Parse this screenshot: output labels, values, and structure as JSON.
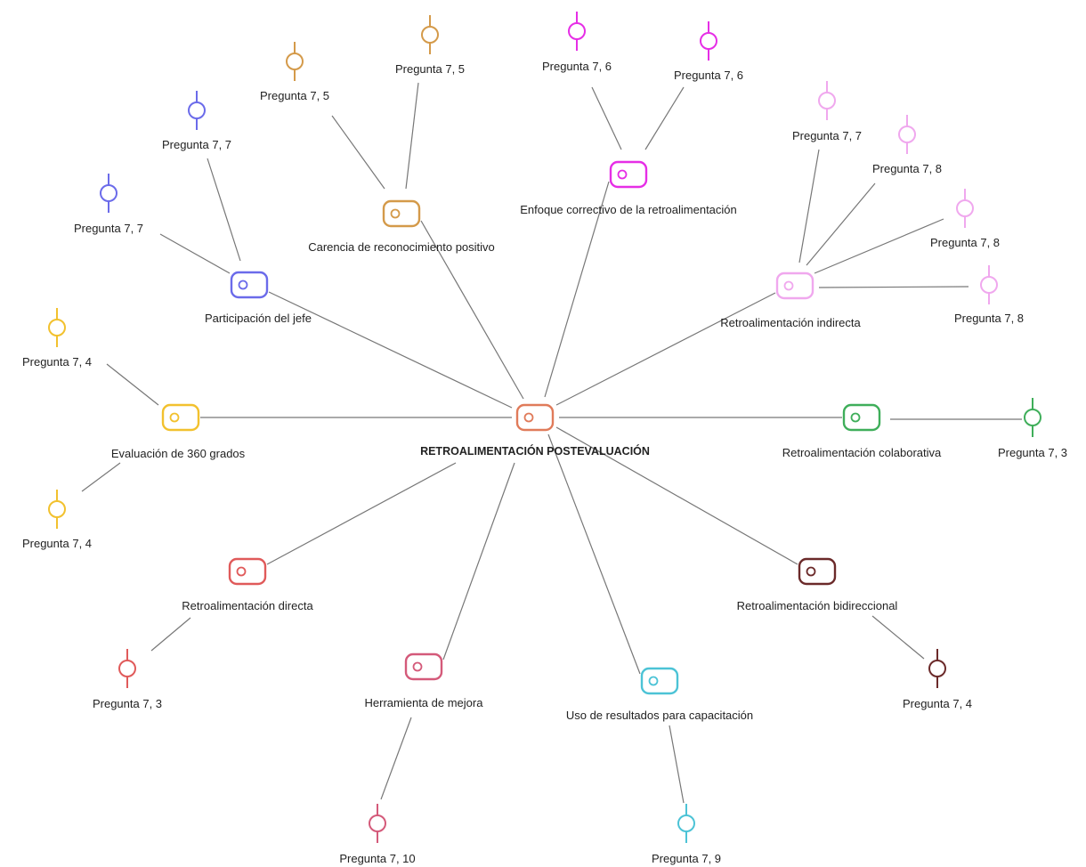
{
  "root": {
    "label": "RETROALIMENTACIÓN POSTEVALUACIÓN",
    "color": "#e07b5a"
  },
  "categories": [
    {
      "id": "evaluacion",
      "label": "Evaluación de 360 grados",
      "color": "#f2c12e",
      "quotations": [
        {
          "label": "Pregunta 7, 4"
        },
        {
          "label": "Pregunta 7, 4"
        }
      ]
    },
    {
      "id": "participacion",
      "label": "Participación del jefe",
      "color": "#6b6bea",
      "quotations": [
        {
          "label": "Pregunta 7, 7"
        },
        {
          "label": "Pregunta 7, 7"
        }
      ]
    },
    {
      "id": "carencia",
      "label": "Carencia de reconocimiento positivo",
      "color": "#d49a4a",
      "quotations": [
        {
          "label": "Pregunta 7, 5"
        },
        {
          "label": "Pregunta 7, 5"
        }
      ]
    },
    {
      "id": "enfoque",
      "label": "Enfoque correctivo de la retroalimentación",
      "color": "#e62ee6",
      "quotations": [
        {
          "label": "Pregunta 7, 6"
        },
        {
          "label": "Pregunta 7, 6"
        }
      ]
    },
    {
      "id": "indirecta",
      "label": "Retroalimentación indirecta",
      "color": "#f0a8ee",
      "quotations": [
        {
          "label": "Pregunta 7, 7"
        },
        {
          "label": "Pregunta 7, 8"
        },
        {
          "label": "Pregunta 7, 8"
        },
        {
          "label": "Pregunta 7, 8"
        }
      ]
    },
    {
      "id": "colaborativa",
      "label": "Retroalimentación colaborativa",
      "color": "#3fae5a",
      "quotations": [
        {
          "label": "Pregunta 7, 3"
        }
      ]
    },
    {
      "id": "bidireccional",
      "label": "Retroalimentación bidireccional",
      "color": "#6b2a2a",
      "quotations": [
        {
          "label": "Pregunta 7, 4"
        }
      ]
    },
    {
      "id": "uso",
      "label": "Uso de resultados para capacitación",
      "color": "#4cc3d6",
      "quotations": [
        {
          "label": "Pregunta 7, 9"
        }
      ]
    },
    {
      "id": "herramienta",
      "label": "Herramienta de mejora",
      "color": "#d45a7a",
      "quotations": [
        {
          "label": "Pregunta 7, 10"
        }
      ]
    },
    {
      "id": "directa",
      "label": "Retroalimentación directa",
      "color": "#e05a5a",
      "quotations": [
        {
          "label": "Pregunta 7, 3"
        }
      ]
    }
  ]
}
